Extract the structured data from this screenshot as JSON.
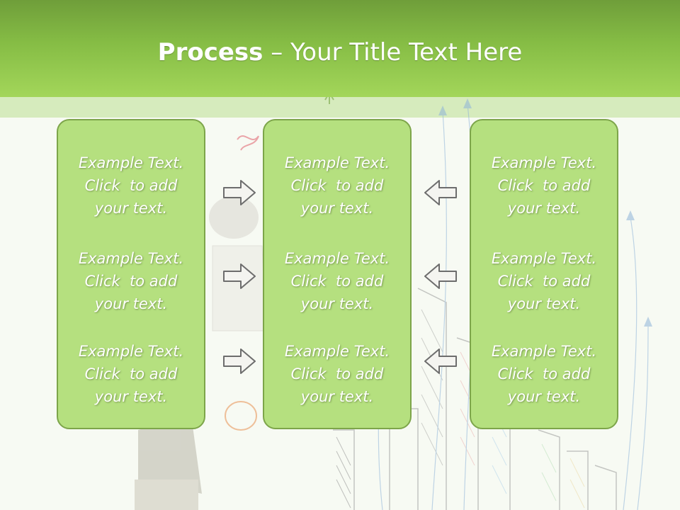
{
  "slide": {
    "title_bold": "Process",
    "title_separator": " – ",
    "title_rest": "Your Title Text Here"
  },
  "columns": [
    {
      "items": [
        {
          "line1": "Example Text.",
          "line2": "Click  to add",
          "line3": "your text."
        },
        {
          "line1": "Example Text.",
          "line2": "Click  to add",
          "line3": "your text."
        },
        {
          "line1": "Example Text.",
          "line2": "Click  to add",
          "line3": "your text."
        }
      ]
    },
    {
      "items": [
        {
          "line1": "Example Text.",
          "line2": "Click  to add",
          "line3": "your text."
        },
        {
          "line1": "Example Text.",
          "line2": "Click  to add",
          "line3": "your text."
        },
        {
          "line1": "Example Text.",
          "line2": "Click  to add",
          "line3": "your text."
        }
      ]
    },
    {
      "items": [
        {
          "line1": "Example Text.",
          "line2": "Click  to add",
          "line3": "your text."
        },
        {
          "line1": "Example Text.",
          "line2": "Click  to add",
          "line3": "your text."
        },
        {
          "line1": "Example Text.",
          "line2": "Click  to add",
          "line3": "your text."
        }
      ]
    }
  ],
  "arrows": {
    "left_group_direction": "right",
    "right_group_direction": "left",
    "icon": "outline-block-arrow-icon"
  },
  "colors": {
    "header": "#86bd45",
    "box_fill": "#b5e07f",
    "box_border": "#7da54a",
    "text": "#ffffff"
  }
}
